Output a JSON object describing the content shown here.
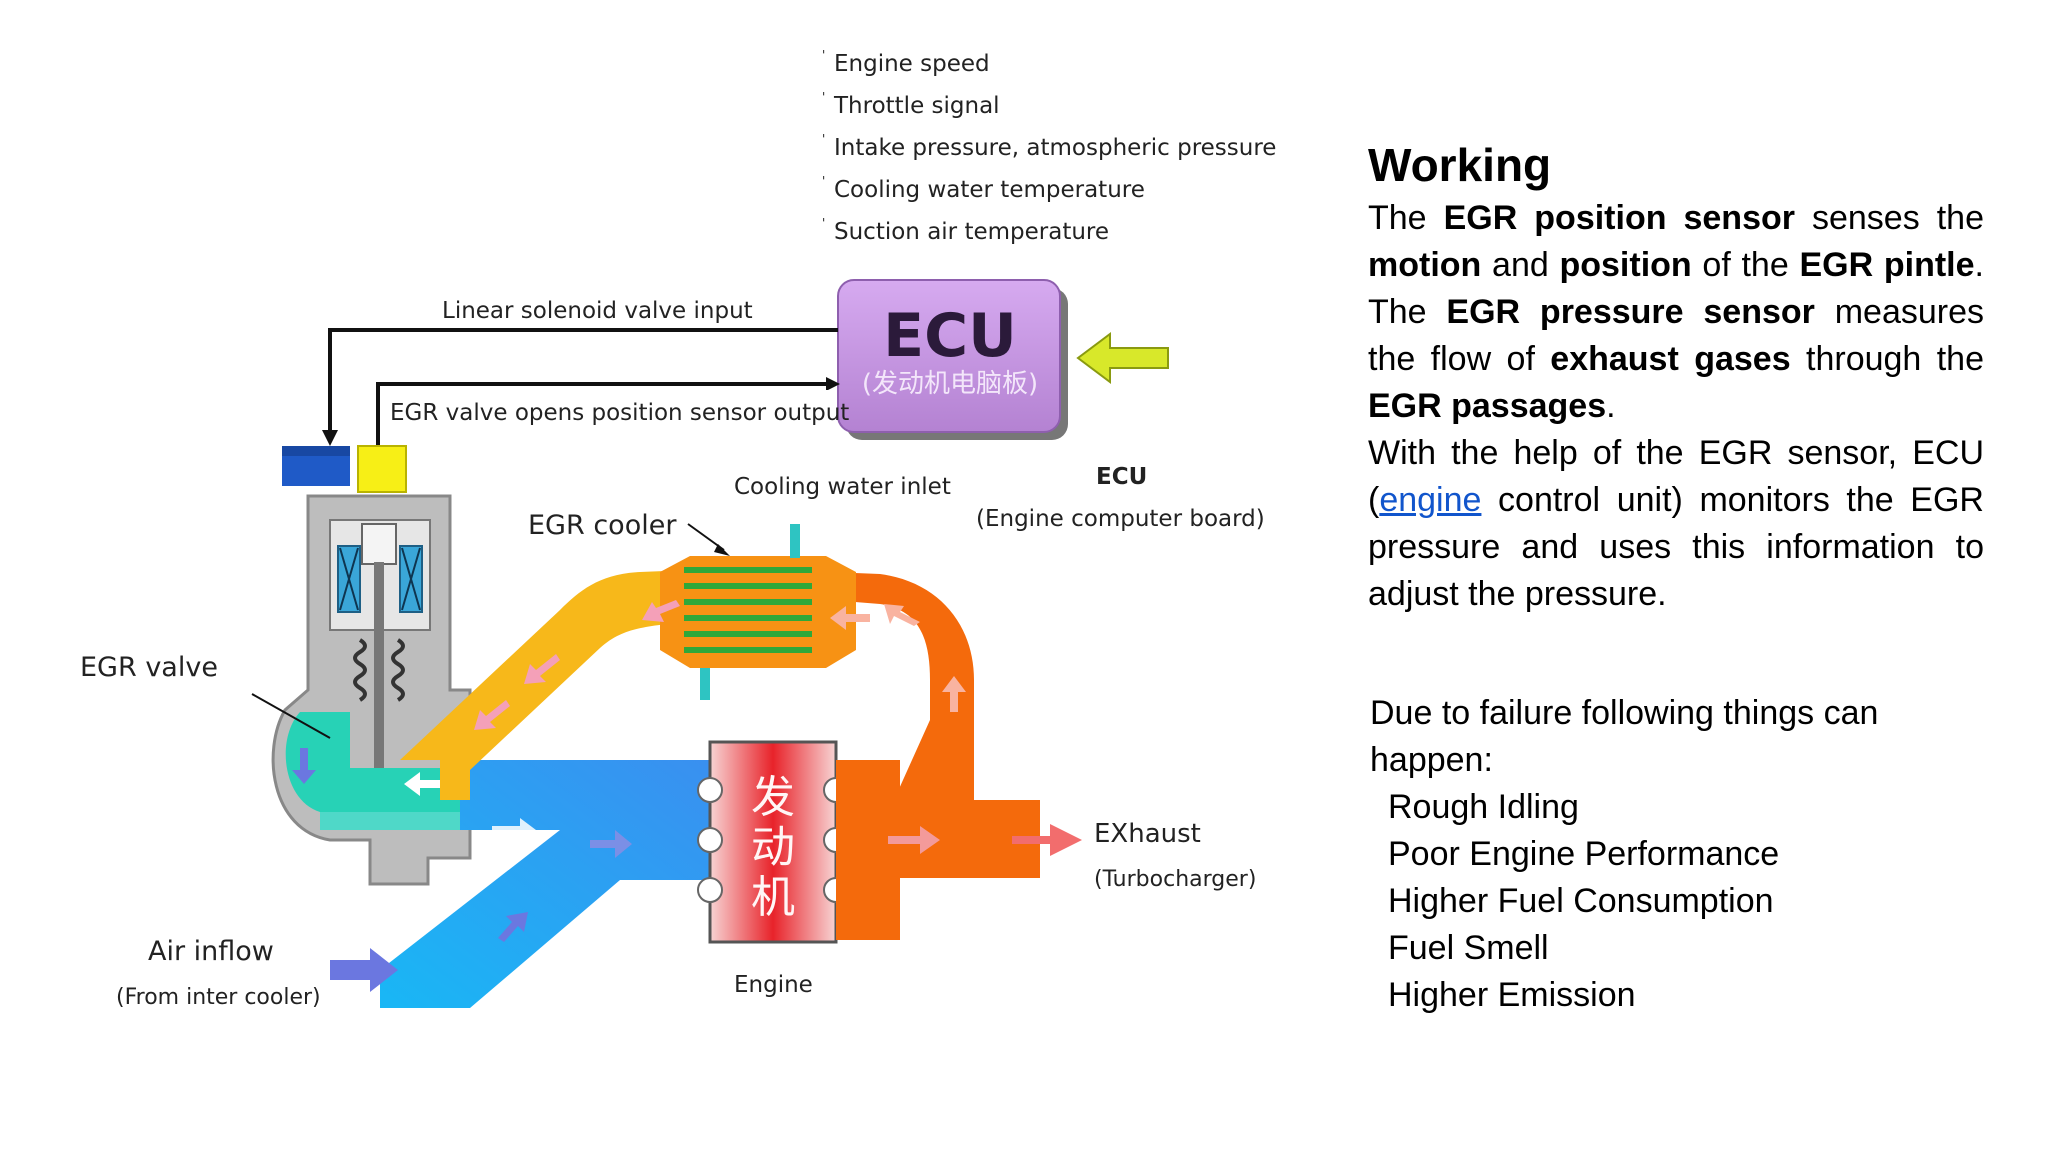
{
  "diagram": {
    "inputs": [
      "Engine speed",
      "Throttle signal",
      "Intake pressure, atmospheric pressure",
      "Cooling water temperature",
      "Suction air temperature"
    ],
    "bullet": "'",
    "ecu_box_title": "ECU",
    "ecu_box_subtitle": "(发动机电脑板)",
    "linear_solenoid": "Linear solenoid valve input",
    "position_sensor_output": "EGR valve opens position sensor output",
    "cooling_water_inlet": "Cooling water inlet",
    "ecu_label": "ECU",
    "ecu_sub": "(Engine computer board)",
    "egr_cooler": "EGR cooler",
    "egr_valve": "EGR valve",
    "engine_chinese": [
      "发",
      "动",
      "机"
    ],
    "engine_label": "Engine",
    "exhaust": "EXhaust",
    "exhaust_sub": "(Turbocharger)",
    "air_inflow": "Air inflow",
    "air_inflow_sub": "(From inter cooler)",
    "colors": {
      "ecu": "#c99ae0",
      "intake": "#1ca6f0",
      "exhaust": "#f46a0c",
      "egr_flow": "#f7b81a",
      "mixed": "#27d2b6",
      "valve_body": "#bdbdbd",
      "engine": "#e8232a"
    }
  },
  "panel": {
    "heading": "Working",
    "p1": {
      "t1": "The ",
      "b1": "EGR position sensor",
      "t2": " senses the ",
      "b2": "motion",
      "t3": " and ",
      "b3": "position",
      "t4": " of the ",
      "b4": "EGR pintle",
      "t5": ". The ",
      "b5": "EGR pressure sensor",
      "t6": " measures the flow of ",
      "b6": "exhaust gases",
      "t7": " through the ",
      "b7": "EGR passages",
      "t8": "."
    },
    "p2": {
      "t1": "With the help of the EGR sensor, ECU (",
      "link": "engine",
      "t2": " control unit) monitors the EGR pressure and uses this information to adjust the pressure."
    },
    "failure_title": "Due to failure following things can happen:",
    "failure_items": [
      "Rough Idling",
      "Poor Engine Performance",
      "Higher Fuel Consumption",
      "Fuel Smell",
      "Higher Emission"
    ]
  }
}
